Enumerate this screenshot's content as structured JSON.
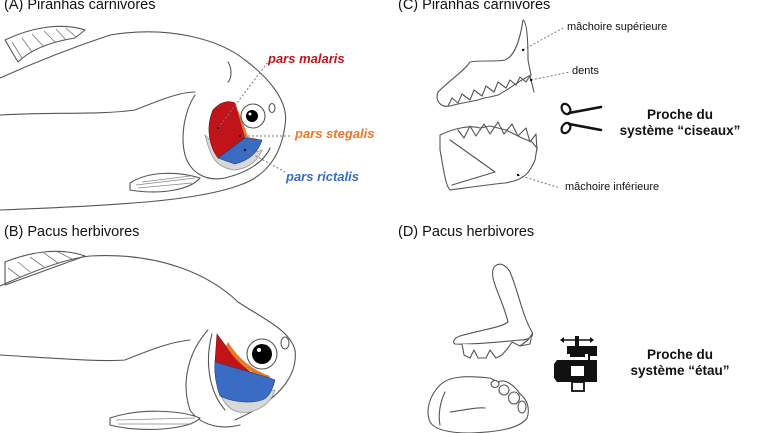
{
  "panels": {
    "a": {
      "title": "(A) Piranhas carnivores",
      "labels": {
        "malaris": "pars malaris",
        "stegalis": "pars stegalis",
        "rictalis": "pars rictalis"
      }
    },
    "b": {
      "title": "(B) Pacus herbivores"
    },
    "c": {
      "title": "(C) Piranhas carnivores",
      "labels": {
        "upper_jaw": "mâchoire supérieure",
        "teeth": "dents",
        "lower_jaw": "mâchoire inférieure"
      },
      "tagline_line1": "Proche du",
      "tagline_line2": "système “ciseaux”",
      "icon": "scissors-icon"
    },
    "d": {
      "title": "(D) Pacus herbivores",
      "tagline_line1": "Proche du",
      "tagline_line2": "système “étau”",
      "icon": "vise-icon"
    }
  },
  "colors": {
    "malaris": "#c0141a",
    "stegalis": "#e8782a",
    "rictalis": "#3a6cc4",
    "gray_fill": "#d8d8d8"
  }
}
